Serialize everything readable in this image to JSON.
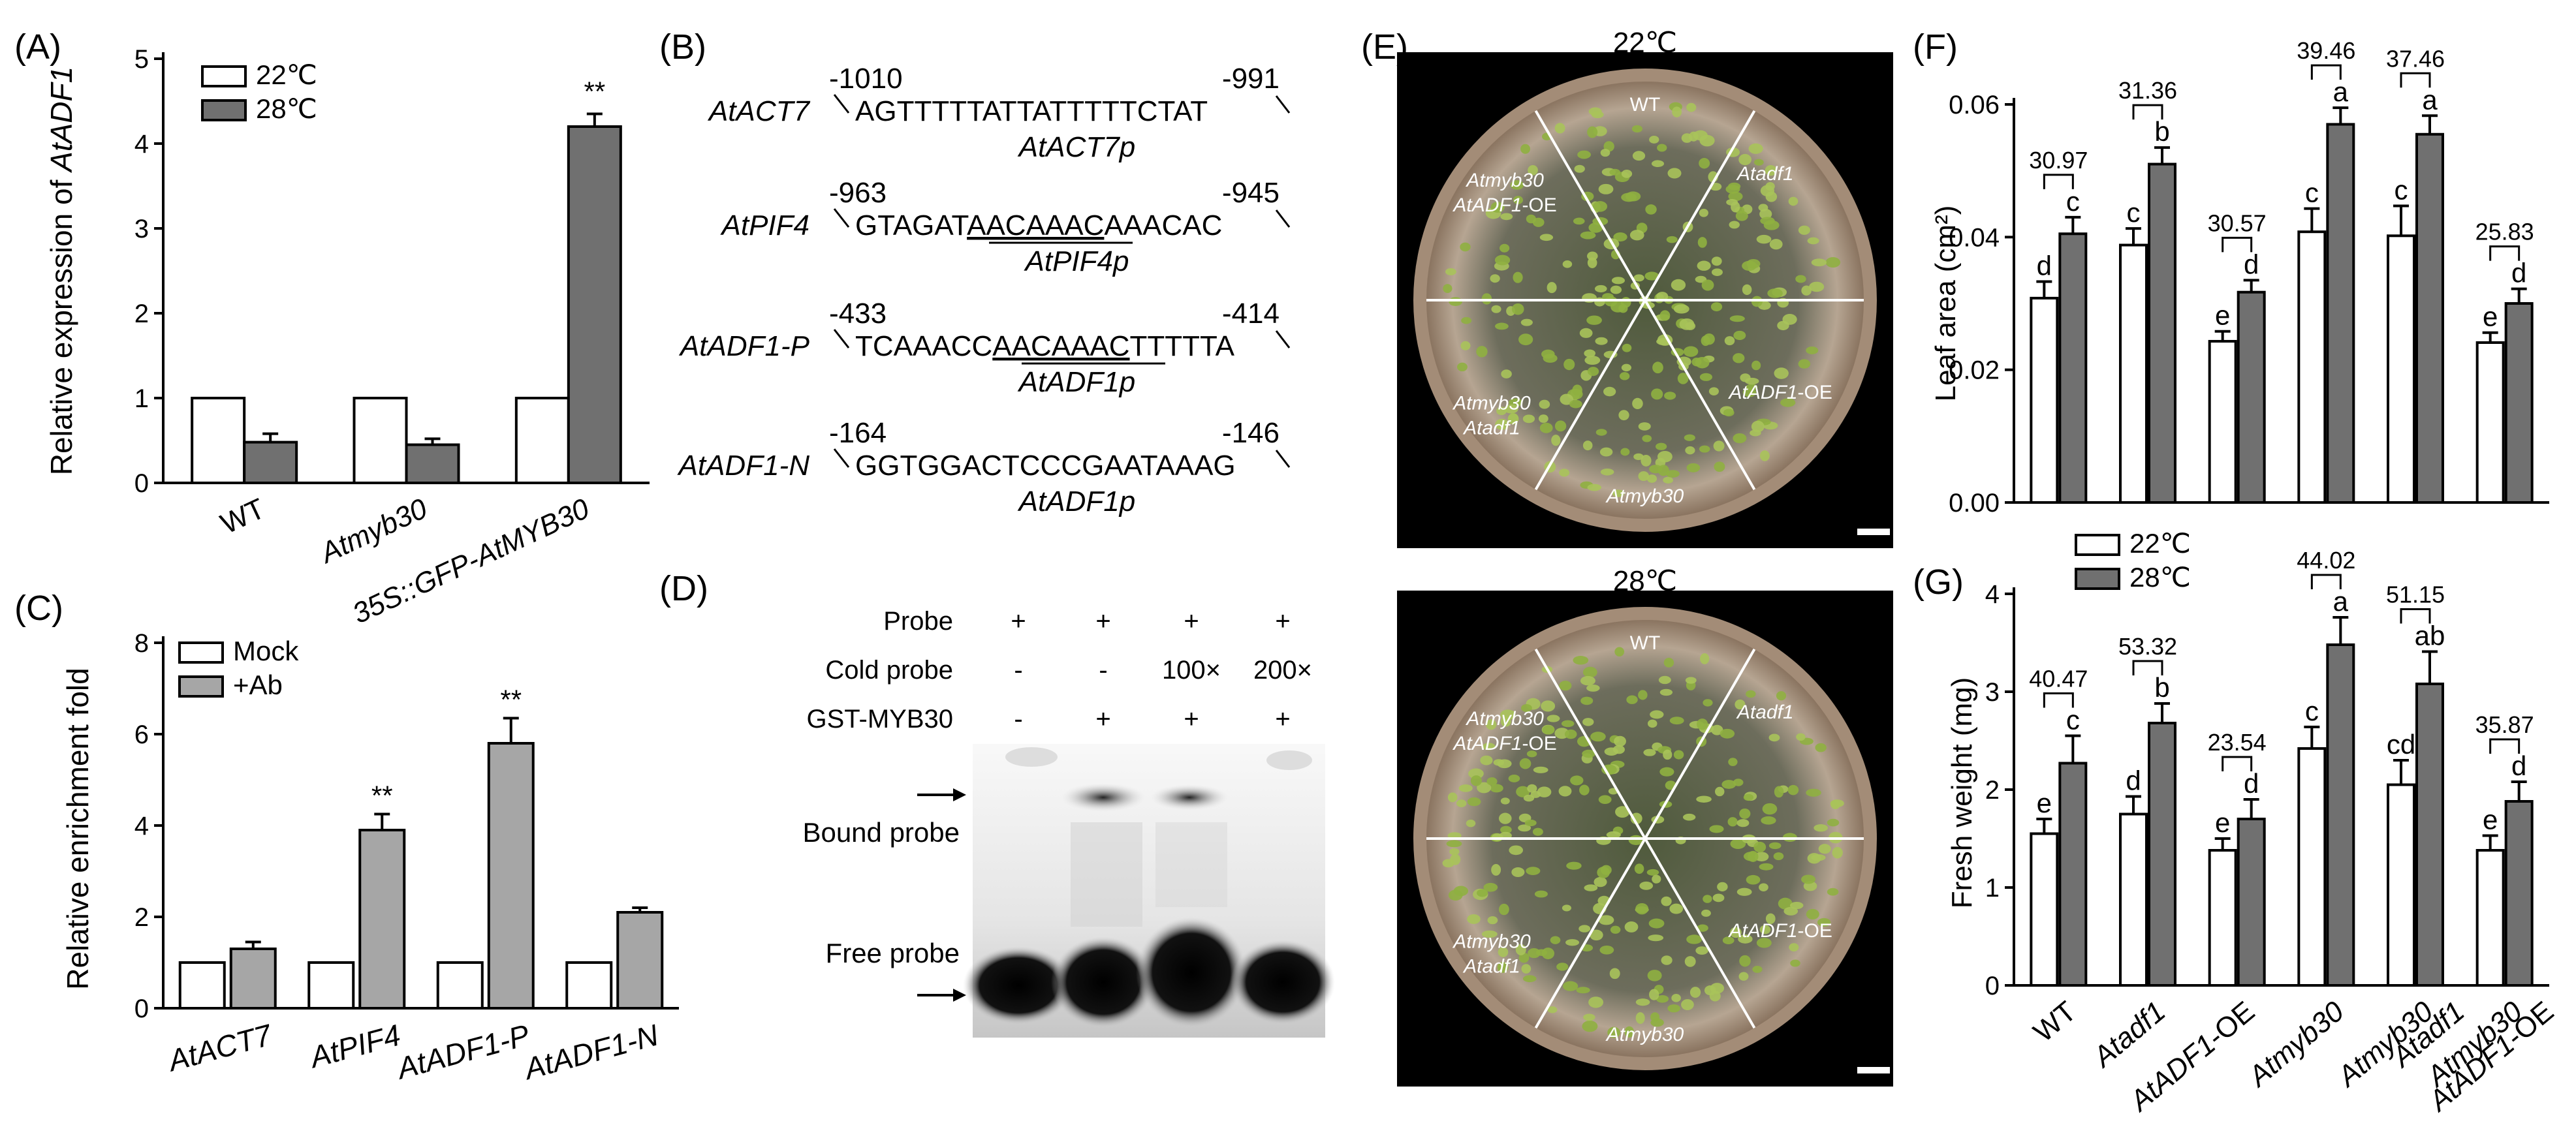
{
  "panels": {
    "A": {
      "label": "(A)"
    },
    "B": {
      "label": "(B)"
    },
    "C": {
      "label": "(C)"
    },
    "D": {
      "label": "(D)"
    },
    "E": {
      "label": "(E)"
    },
    "F": {
      "label": "(F)"
    },
    "G": {
      "label": "(G)"
    }
  },
  "chart_data": [
    {
      "id": "A",
      "type": "bar",
      "ylabel_prefix": "Relative expression of ",
      "ylabel_gene": "AtADF1",
      "ylim": [
        0,
        5
      ],
      "yticks": [
        "0",
        "1",
        "2",
        "3",
        "4",
        "5"
      ],
      "categories": [
        "WT",
        "Atmyb30",
        "35S::GFP-AtMYB30"
      ],
      "series": [
        {
          "name": "22℃",
          "values": [
            1.0,
            1.0,
            1.0
          ],
          "errors": [
            0,
            0,
            0
          ],
          "color": "#ffffff"
        },
        {
          "name": "28℃",
          "values": [
            0.48,
            0.45,
            4.2
          ],
          "errors": [
            0.1,
            0.07,
            0.15
          ],
          "color": "#707070"
        }
      ],
      "annotations": [
        "**"
      ],
      "legend": "top-left"
    },
    {
      "id": "C",
      "type": "bar",
      "ylabel": "Relative enrichment fold",
      "ylim": [
        0,
        8
      ],
      "yticks": [
        "0",
        "2",
        "4",
        "6",
        "8"
      ],
      "categories": [
        "AtACT7",
        "AtPIF4",
        "AtADF1-P",
        "AtADF1-N"
      ],
      "series": [
        {
          "name": "Mock",
          "values": [
            1.0,
            1.0,
            1.0,
            1.0
          ],
          "errors": [
            0,
            0,
            0,
            0
          ],
          "color": "#ffffff"
        },
        {
          "name": "+Ab",
          "values": [
            1.3,
            3.9,
            5.8,
            2.1
          ],
          "errors": [
            0.15,
            0.35,
            0.55,
            0.1
          ],
          "color": "#a6a6a6"
        }
      ],
      "annotations": [
        "**",
        "**"
      ],
      "legend": "top-left"
    },
    {
      "id": "F",
      "type": "bar",
      "ylabel": "Leaf area (cm²)",
      "ylim": [
        0,
        0.06
      ],
      "yticks": [
        "0.00",
        "0.02",
        "0.04",
        "0.06"
      ],
      "categories": [
        "WT",
        "Atadf1",
        "AtADF1-OE",
        "Atmyb30",
        "Atmyb30 Atadf1",
        "Atmyb30 AtADF1-OE"
      ],
      "series": [
        {
          "name": "22℃",
          "values": [
            0.0308,
            0.0388,
            0.0243,
            0.0408,
            0.0402,
            0.0241
          ],
          "errors": [
            0.0025,
            0.0025,
            0.0015,
            0.0035,
            0.0045,
            0.0015
          ],
          "letters": [
            "d",
            "c",
            "e",
            "c",
            "c",
            "e"
          ]
        },
        {
          "name": "28℃",
          "values": [
            0.0405,
            0.051,
            0.0317,
            0.057,
            0.0555,
            0.03
          ],
          "errors": [
            0.0025,
            0.0025,
            0.0018,
            0.0025,
            0.0028,
            0.0022
          ],
          "letters": [
            "c",
            "b",
            "d",
            "a",
            "a",
            "d"
          ]
        }
      ],
      "pct_labels": [
        "30.97",
        "31.36",
        "30.57",
        "39.46",
        "37.46",
        "25.83"
      ]
    },
    {
      "id": "G",
      "type": "bar",
      "ylabel": "Fresh weight (mg)",
      "ylim": [
        0,
        4
      ],
      "yticks": [
        "0",
        "1",
        "2",
        "3",
        "4"
      ],
      "categories": [
        "WT",
        "Atadf1",
        "AtADF1-OE",
        "Atmyb30",
        "Atmyb30 Atadf1",
        "Atmyb30 AtADF1-OE"
      ],
      "series": [
        {
          "name": "22℃",
          "values": [
            1.55,
            1.75,
            1.38,
            2.42,
            2.05,
            1.38
          ],
          "errors": [
            0.15,
            0.18,
            0.12,
            0.22,
            0.25,
            0.15
          ],
          "letters": [
            "e",
            "d",
            "e",
            "c",
            "cd",
            "e"
          ]
        },
        {
          "name": "28℃",
          "values": [
            2.27,
            2.68,
            1.7,
            3.48,
            3.08,
            1.88
          ],
          "errors": [
            0.28,
            0.2,
            0.2,
            0.28,
            0.33,
            0.2
          ],
          "letters": [
            "c",
            "b",
            "d",
            "a",
            "ab",
            "d"
          ]
        }
      ],
      "pct_labels": [
        "40.47",
        "53.32",
        "23.54",
        "44.02",
        "51.15",
        "35.87"
      ],
      "legend": "top-left"
    }
  ],
  "panelB": {
    "rows": [
      {
        "gene": "AtACT7",
        "start": "-1010",
        "end": "-991",
        "seq_pre": "AGTTTTTATTATTTTTCTAT",
        "seq_ul": "",
        "seq_post": "",
        "probe": "AtACT7p"
      },
      {
        "gene": "AtPIF4",
        "start": "-963",
        "end": "-945",
        "seq_pre": "GTAGAT",
        "seq_ul": "AACAAAC",
        "seq_post": "AAACAC",
        "probe": "AtPIF4p"
      },
      {
        "gene": "AtADF1-P",
        "start": "-433",
        "end": "-414",
        "seq_pre": "TCAAACC",
        "seq_ul": "AACAAAC",
        "seq_post": "TTTTTA",
        "probe": "AtADF1p"
      },
      {
        "gene": "AtADF1-N",
        "start": "-164",
        "end": "-146",
        "seq_pre": "GGTGGACTCCCGAATAAAG",
        "seq_ul": "",
        "seq_post": "",
        "probe": "AtADF1p"
      }
    ]
  },
  "panelD": {
    "row_labels": [
      "Probe",
      "Cold probe",
      "GST-MYB30"
    ],
    "lanes": [
      [
        "+",
        "-",
        "-"
      ],
      [
        "+",
        "-",
        "+"
      ],
      [
        "+",
        "100×",
        "+"
      ],
      [
        "+",
        "200×",
        "+"
      ]
    ],
    "bound_label": "Bound probe",
    "free_label": "Free probe"
  },
  "panelE": {
    "plates": [
      {
        "temp": "22℃",
        "sectors": {
          "wt": "WT",
          "adf1": "Atadf1",
          "oe": "AtADF1-OE",
          "myb30": "Atmyb30",
          "myb_adf1_a": "Atmyb30",
          "myb_adf1_b": "Atadf1",
          "myb_oe_a": "Atmyb30",
          "myb_oe_b": "AtADF1-OE"
        }
      },
      {
        "temp": "28℃",
        "sectors": {
          "wt": "WT",
          "adf1": "Atadf1",
          "oe": "AtADF1-OE",
          "myb30": "Atmyb30",
          "myb_adf1_a": "Atmyb30",
          "myb_adf1_b": "Atadf1",
          "myb_oe_a": "Atmyb30",
          "myb_oe_b": "AtADF1-OE"
        }
      }
    ]
  }
}
